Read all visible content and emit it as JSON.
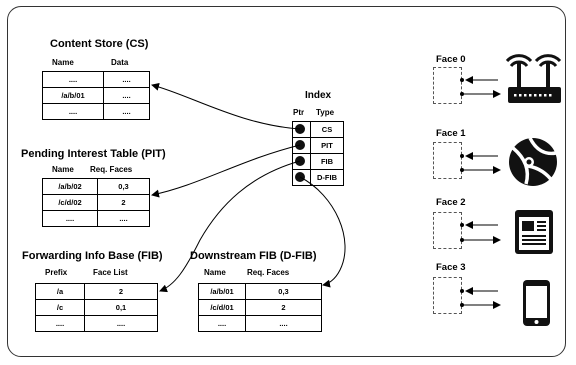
{
  "content_store": {
    "title": "Content Store (CS)",
    "headers": [
      "Name",
      "Data"
    ],
    "rows": [
      [
        "....",
        "...."
      ],
      [
        "/a/b/01",
        "...."
      ],
      [
        "....",
        "...."
      ]
    ]
  },
  "pit": {
    "title": "Pending Interest Table (PIT)",
    "headers": [
      "Name",
      "Req. Faces"
    ],
    "rows": [
      [
        "/a/b/02",
        "0,3"
      ],
      [
        "/c/d/02",
        "2"
      ],
      [
        "....",
        "...."
      ]
    ]
  },
  "fib": {
    "title": "Forwarding Info Base (FIB)",
    "headers": [
      "Prefix",
      "Face List"
    ],
    "rows": [
      [
        "/a",
        "2"
      ],
      [
        "/c",
        "0,1"
      ],
      [
        "....",
        "...."
      ]
    ]
  },
  "dfib": {
    "title": "Downstream FIB (D-FIB)",
    "headers": [
      "Name",
      "Req. Faces"
    ],
    "rows": [
      [
        "/a/b/01",
        "0,3"
      ],
      [
        "/c/d/01",
        "2"
      ],
      [
        "....",
        "...."
      ]
    ]
  },
  "index": {
    "title": "Index",
    "headers": [
      "Ptr",
      "Type"
    ],
    "types": [
      "CS",
      "PIT",
      "FIB",
      "D-FIB"
    ]
  },
  "faces": [
    {
      "label": "Face 0",
      "icon": "router-icon"
    },
    {
      "label": "Face 1",
      "icon": "globe-network-icon"
    },
    {
      "label": "Face 2",
      "icon": "web-page-icon"
    },
    {
      "label": "Face 3",
      "icon": "smartphone-icon"
    }
  ]
}
